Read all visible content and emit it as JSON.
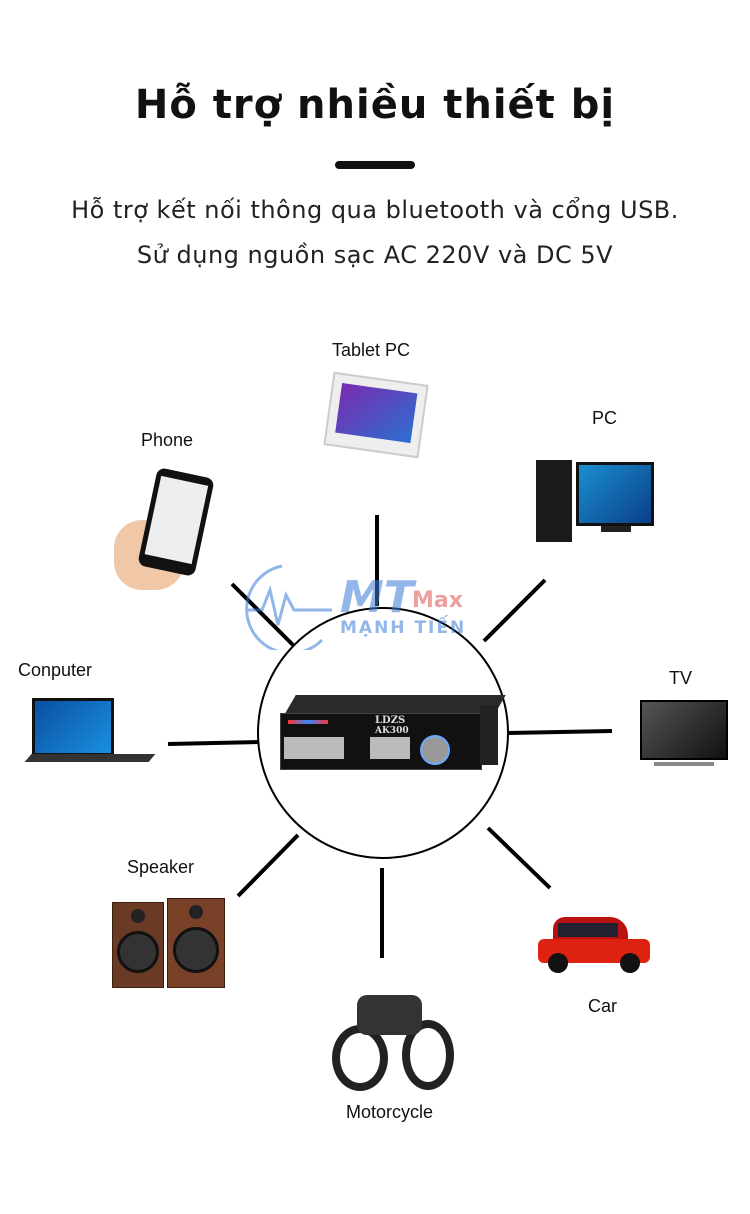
{
  "header": {
    "title": "Hỗ trợ nhiều thiết bị",
    "subtitle_line1": "Hỗ trợ kết nối thông qua bluetooth và cổng USB.",
    "subtitle_line2": "Sử dụng nguồn sạc AC 220V và DC 5V"
  },
  "brand": {
    "logo_text": "MTMax",
    "logo_sub": "MẠNH TIẾN"
  },
  "product": {
    "brand": "LDZS",
    "model": "AK300"
  },
  "devices": [
    {
      "label": "Tablet PC"
    },
    {
      "label": "PC"
    },
    {
      "label": "TV"
    },
    {
      "label": "Car"
    },
    {
      "label": "Motorcycle"
    },
    {
      "label": "Speaker"
    },
    {
      "label": "Conputer"
    },
    {
      "label": "Phone"
    }
  ],
  "colors": {
    "line": "#000000",
    "logo_blue": "#3a7bd5",
    "logo_red": "#e05050"
  }
}
